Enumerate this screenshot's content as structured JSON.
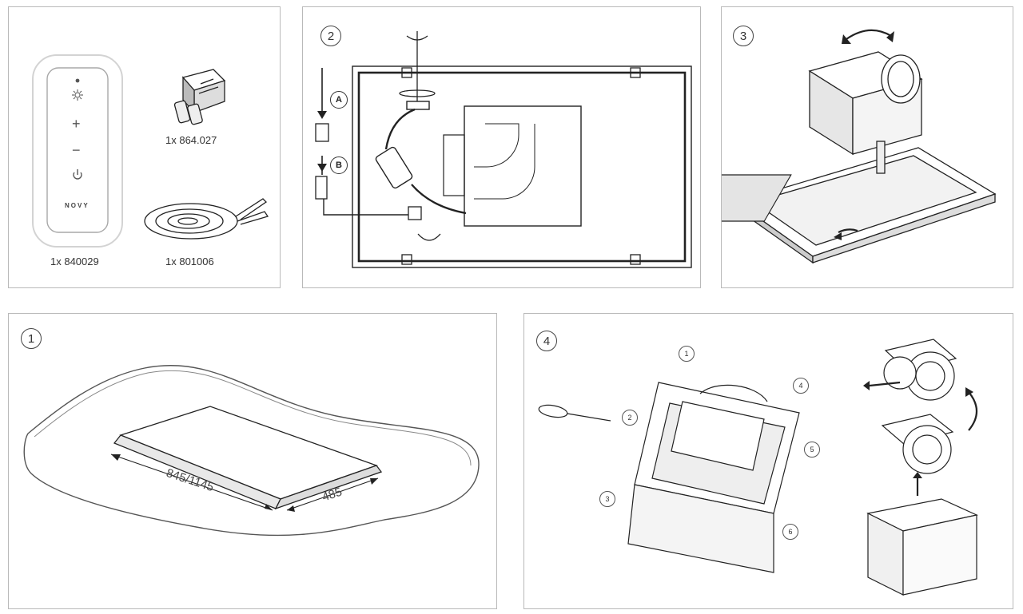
{
  "panels": {
    "parts": {
      "remote_caption": "1x 840029",
      "connector_caption": "1x 864.027",
      "cable_caption": "1x 801006",
      "remote_brand": "NOVY",
      "remote_buttons": [
        "+",
        "−"
      ]
    },
    "wiring": {
      "step": "2",
      "label_a": "A",
      "label_b": "B"
    },
    "motor": {
      "step": "3"
    },
    "cutout": {
      "step": "1",
      "dim_length": "845/1145",
      "dim_width": "485"
    },
    "assembly": {
      "step": "4",
      "callouts": [
        "1",
        "2",
        "3",
        "4",
        "5",
        "6"
      ]
    }
  }
}
